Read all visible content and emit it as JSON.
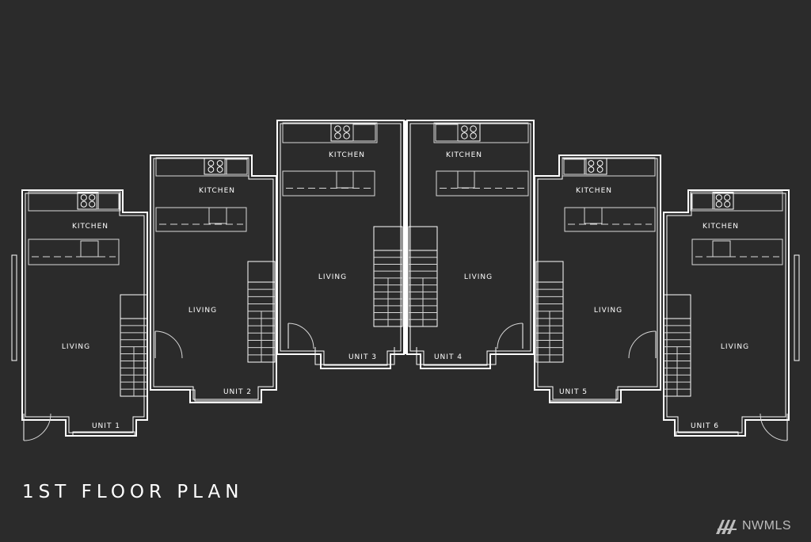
{
  "title": "1ST FLOOR PLAN",
  "watermark": "NWMLS",
  "units": [
    {
      "name": "UNIT 1",
      "kitchen": "KITCHEN",
      "living": "LIVING"
    },
    {
      "name": "UNIT 2",
      "kitchen": "KITCHEN",
      "living": "LIVING"
    },
    {
      "name": "UNIT 3",
      "kitchen": "KITCHEN",
      "living": "LIVING"
    },
    {
      "name": "UNIT 4",
      "kitchen": "KITCHEN",
      "living": "LIVING"
    },
    {
      "name": "UNIT 5",
      "kitchen": "KITCHEN",
      "living": "LIVING"
    },
    {
      "name": "UNIT 6",
      "kitchen": "KITCHEN",
      "living": "LIVING"
    }
  ],
  "colors": {
    "background": "#2b2b2b",
    "lines": "#ffffff",
    "watermark": "#bdbdbd"
  }
}
